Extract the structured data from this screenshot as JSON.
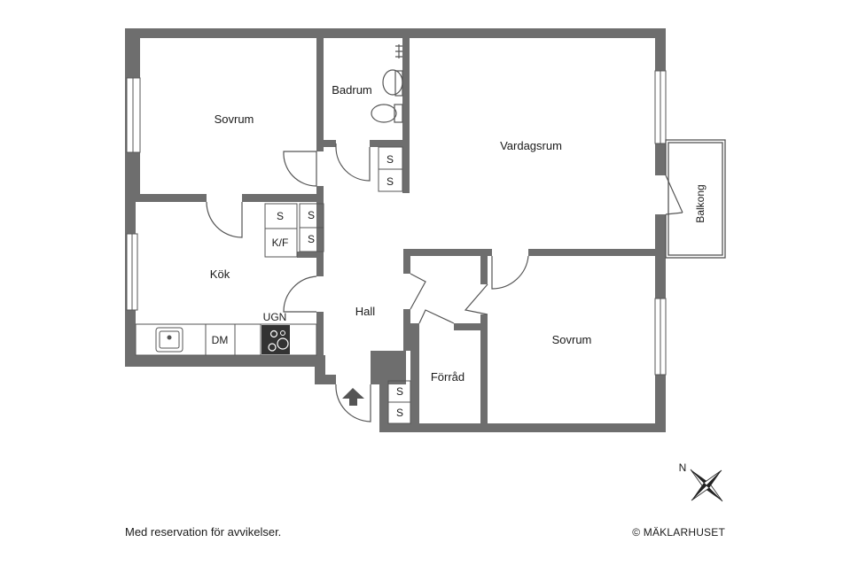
{
  "rooms": {
    "sovrum_nw": "Sovrum",
    "badrum": "Badrum",
    "vardagsrum": "Vardagsrum",
    "balkong": "Balkong",
    "kok": "Kök",
    "hall": "Hall",
    "sovrum_se": "Sovrum",
    "forrad": "Förråd"
  },
  "fixtures": {
    "storage": "S",
    "fridge_freezer": "K/F",
    "dishwasher": "DM",
    "oven": "UGN"
  },
  "compass": {
    "north": "N"
  },
  "footer": {
    "disclaimer": "Med reservation för avvikelser.",
    "copyright": "© MÄKLARHUSET"
  },
  "colors": {
    "wall": "#6e6e6e",
    "line": "#555555",
    "text": "#1a1a1a"
  }
}
